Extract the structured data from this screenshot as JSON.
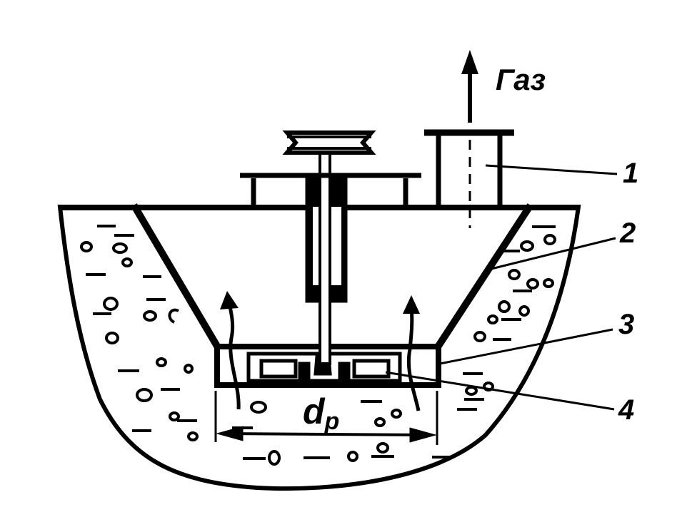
{
  "figure": {
    "gas_label": "Газ",
    "diameter_label": "d",
    "diameter_subscript": "p",
    "callouts": [
      "1",
      "2",
      "3",
      "4"
    ]
  },
  "colors": {
    "ink": "#000000",
    "paper": "#ffffff"
  }
}
